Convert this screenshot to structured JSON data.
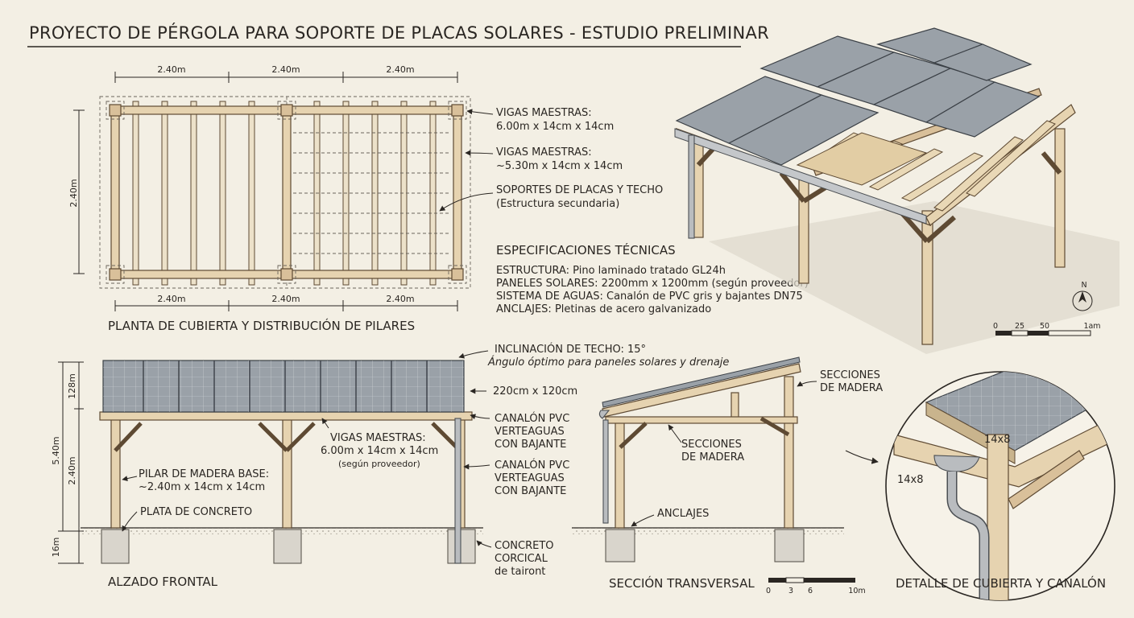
{
  "title": "PROYECTO DE PÉRGOLA PARA SOPORTE DE PLACAS SOLARES - ESTUDIO PRELIMINAR",
  "plan": {
    "heading": "PLANTA DE CUBIERTA Y DISTRIBUCIÓN DE PILARES",
    "bay_dims_top": [
      "2.40m",
      "2.40m",
      "2.40m"
    ],
    "bay_dims_bottom": [
      "2.40m",
      "2.40m",
      "2.40m"
    ],
    "depth_dim": "2.40m",
    "callout_1_title": "VIGAS MAESTRAS:",
    "callout_1_text": "6.00m x 14cm x 14cm",
    "callout_2_title": "VIGAS MAESTRAS:",
    "callout_2_text": "~5.30m x 14cm x 14cm",
    "callout_3_title": "SOPORTES DE PLACAS Y TECHO",
    "callout_3_text": "(Estructura secundaria)"
  },
  "specs": {
    "heading": "ESPECIFICACIONES TÉCNICAS",
    "lines": [
      "ESTRUCTURA: Pino laminado tratado GL24h",
      "PANELES SOLARES: 2200mm x 1200mm (según proveedor)",
      "SISTEMA DE AGUAS: Canalón de PVC gris y bajantes DN75",
      "ANCLAJES: Pletinas de acero galvanizado"
    ]
  },
  "perspective": {
    "north": "N",
    "scale_labels": [
      "0",
      "25",
      "50",
      "1am"
    ]
  },
  "elevation": {
    "heading": "ALZADO FRONTAL",
    "inclination_title": "INCLINACIÓN DE TECHO: 15°",
    "inclination_text": "Ángulo óptimo para paneles solares y drenaje",
    "panel_size": "220cm x 120cm",
    "gutter_1": [
      "CANALÓN PVC",
      "VERTEAGUAS",
      "CON BAJANTE"
    ],
    "gutter_2": [
      "CANALÓN PVC",
      "VERTEAGUAS",
      "CON BAJANTE"
    ],
    "beams_title": "VIGAS MAESTRAS:",
    "beams_text": "6.00m x 14cm x 14cm",
    "beams_note": "(según proveedor)",
    "pillar_title": "PILAR DE MADERA BASE:",
    "pillar_text": "~2.40m x 14cm x 14cm",
    "slab": "PLATA DE CONCRETO",
    "concrete": [
      "CONCRETO",
      "CORCICAL",
      "de tairont"
    ],
    "dim_total": "5.40m",
    "dim_roof": "128m",
    "dim_column": "2.40m",
    "dim_foot": "16m"
  },
  "section": {
    "heading": "SECCIÓN TRANSVERSAL",
    "wood_sections_1": [
      "SECCIONES",
      "DE MADERA"
    ],
    "wood_sections_2": [
      "SECCIONES",
      "DE MADERA"
    ],
    "anchors": "ANCLAJES",
    "scale_labels": [
      "0",
      "3",
      "6",
      "10m"
    ]
  },
  "detail": {
    "heading": "DETALLE DE CUBIERTA Y CANALÓN",
    "label_a": "14x8",
    "label_b": "14x8"
  }
}
